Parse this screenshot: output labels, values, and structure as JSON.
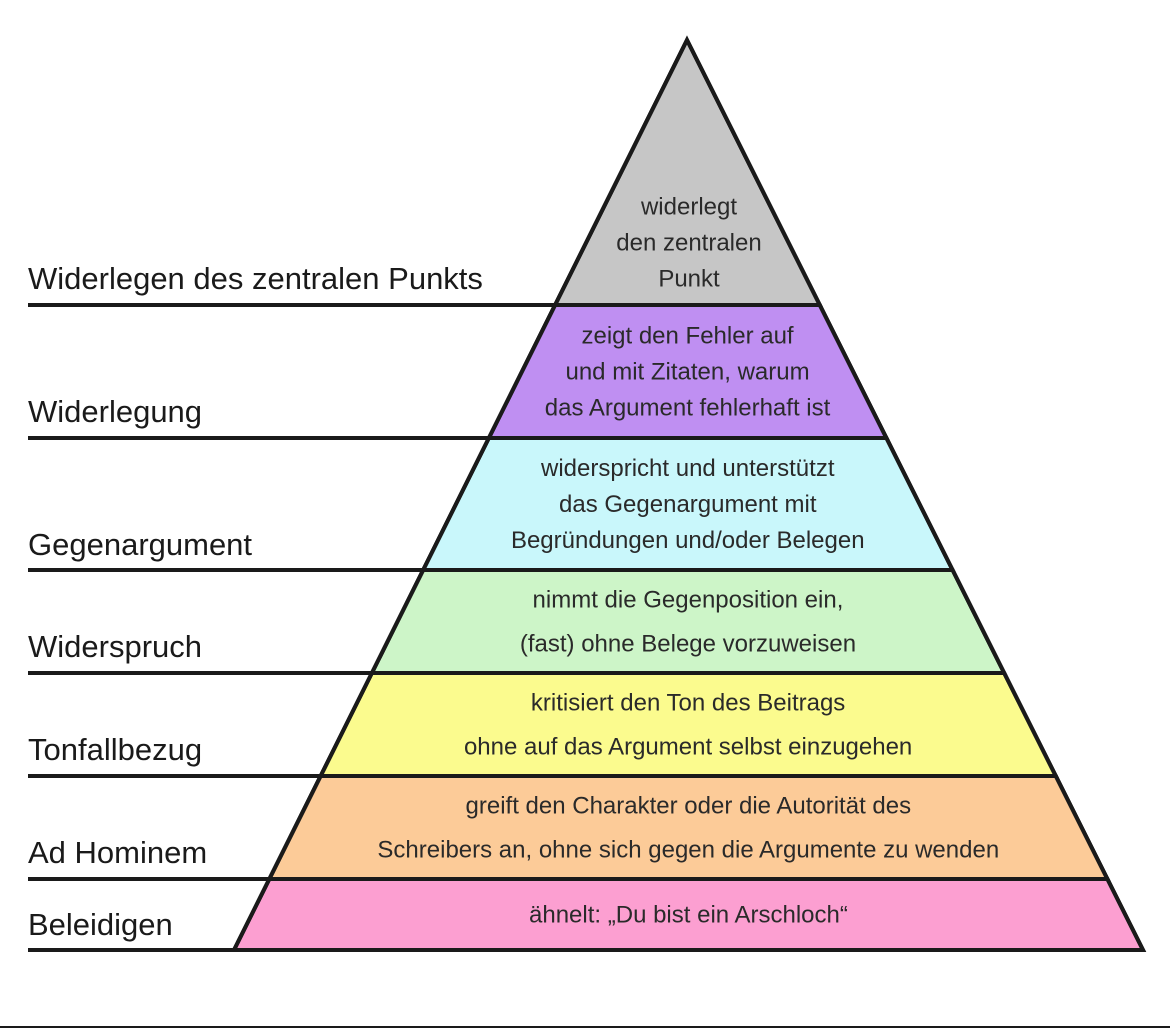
{
  "levels": [
    {
      "id": "central-point",
      "label": "Widerlegen des zentralen Punkts",
      "description": [
        "widerlegt",
        "den zentralen",
        "Punkt"
      ],
      "color": "#c6c6c6"
    },
    {
      "id": "refutation",
      "label": "Widerlegung",
      "description": [
        "zeigt den Fehler auf",
        "und mit Zitaten, warum",
        "das Argument fehlerhaft ist"
      ],
      "color": "#bf8ff2"
    },
    {
      "id": "counterargument",
      "label": "Gegenargument",
      "description": [
        "widerspricht und unterstützt",
        "das Gegenargument mit",
        "Begründungen und/oder Belegen"
      ],
      "color": "#c9f7fb"
    },
    {
      "id": "contradiction",
      "label": "Widerspruch",
      "description": [
        "nimmt die Gegenposition ein,",
        "(fast) ohne Belege vorzuweisen"
      ],
      "color": "#cdf5c8"
    },
    {
      "id": "tone",
      "label": "Tonfallbezug",
      "description": [
        "kritisiert den Ton des Beitrags",
        "ohne auf das Argument selbst einzugehen"
      ],
      "color": "#fbfb8e"
    },
    {
      "id": "ad-hominem",
      "label": "Ad Hominem",
      "description": [
        "greift den Charakter oder die Autorität des",
        "Schreibers an, ohne sich gegen die Argumente zu wenden"
      ],
      "color": "#fccb98"
    },
    {
      "id": "insult",
      "label": "Beleidigen",
      "description": [
        "ähnelt: „Du bist ein Arschloch“"
      ],
      "color": "#fc9fd1"
    }
  ],
  "colors": {
    "outline": "#1a1a1a",
    "text": "#2a2a2a",
    "background": "#ffffff"
  }
}
